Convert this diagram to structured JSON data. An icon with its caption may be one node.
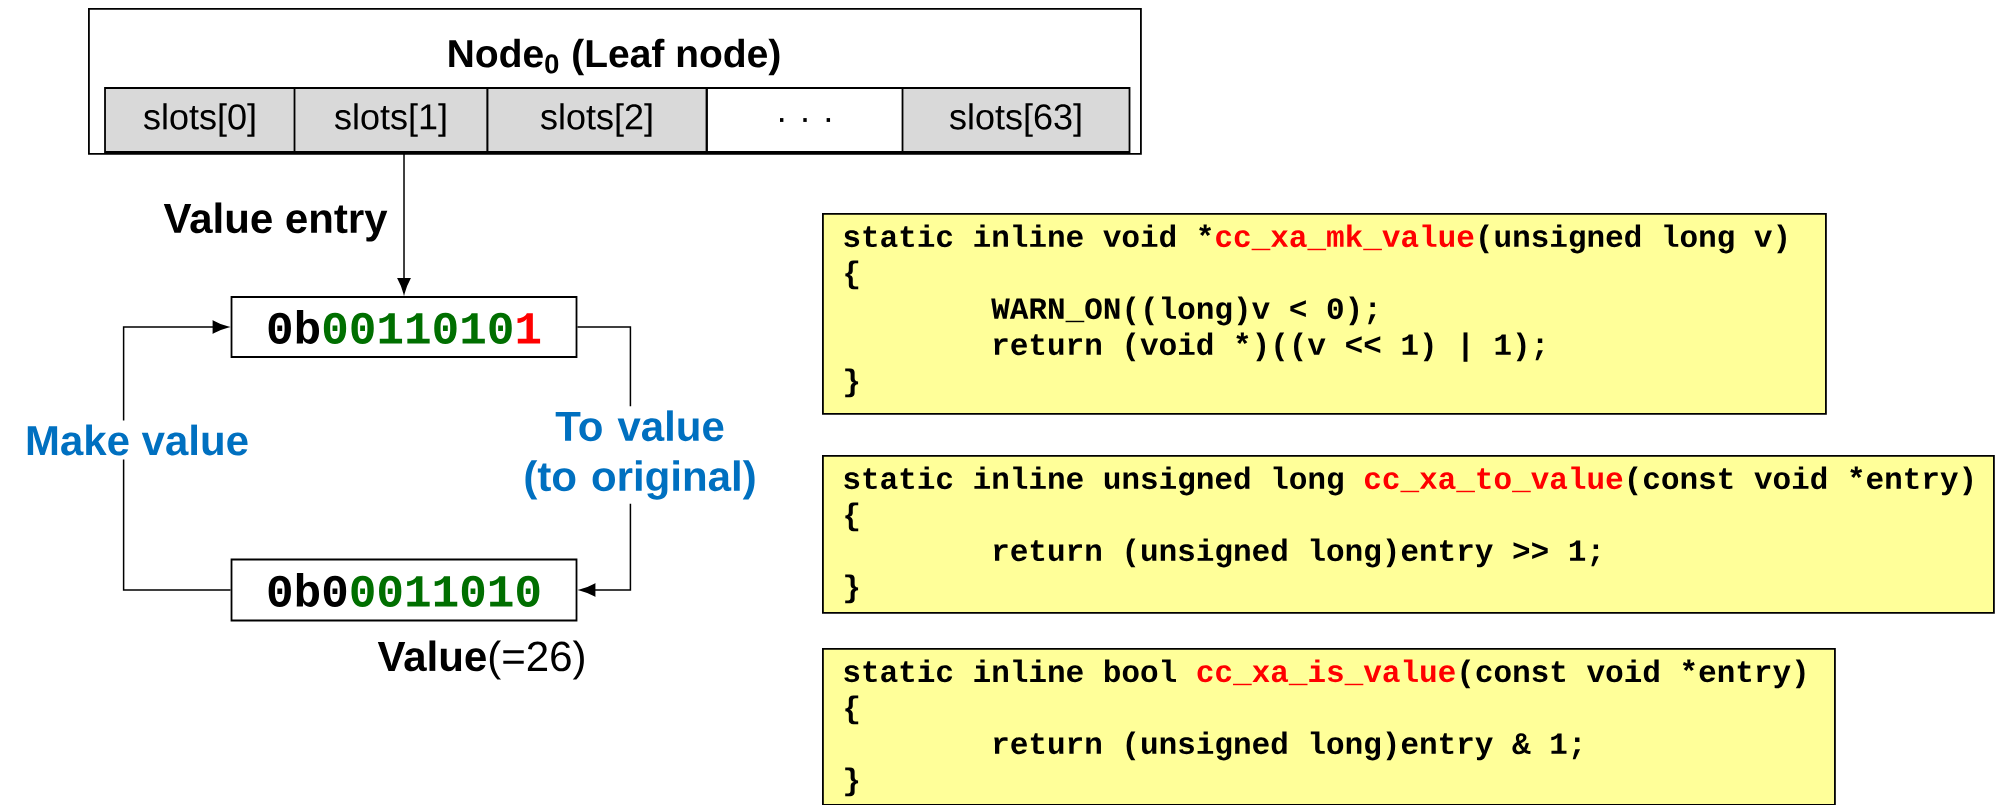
{
  "diagram": {
    "nodes": [
      {
        "text": [
          "Node$_{0}$ (Leaf node)"
        ]
      },
      {
        "text": [
          "slots[0]"
        ],
        "in": 0
      },
      {
        "text": [
          "slots[1]"
        ],
        "in": 0
      },
      {
        "text": [
          "slots[2]"
        ],
        "in": 0
      },
      {
        "text": [
          ". . ."
        ],
        "in": 0
      },
      {
        "text": [
          "slots[63]"
        ],
        "in": 0
      },
      {
        "text": [
          "0b",
          "0011010",
          "1"
        ]
      },
      {
        "text": [
          "0b0",
          "0011010"
        ],
        "beside": [
          "**Value**(=26)"
        ]
      },
      {
        "text": [
          "static inline void *",
          "cc_xa_mk_value",
          "(unsigned long v)",
          "{",
          "WARN_ON((long)v < 0);",
          "return (void *)((v << 1) | 1);",
          "}"
        ]
      },
      {
        "text": [
          "static inline unsigned long ",
          "cc_xa_to_value",
          "(const void *entry)",
          "{",
          "return (unsigned long)entry >> 1;",
          "}"
        ]
      },
      {
        "text": [
          "static inline bool ",
          "cc_xa_is_value",
          "(const void *entry)",
          "{",
          "return (unsigned long)entry & 1;",
          "}"
        ]
      }
    ],
    "edges": [
      {
        "from": 2,
        "to": 6,
        "arrow": "to",
        "label": "Value entry"
      },
      {
        "from": 7,
        "to": 6,
        "arrow": "to",
        "label": "Make value"
      },
      {
        "from": 6,
        "to": 7,
        "arrow": "to",
        "label": "To value (to original)"
      }
    ]
  }
}
